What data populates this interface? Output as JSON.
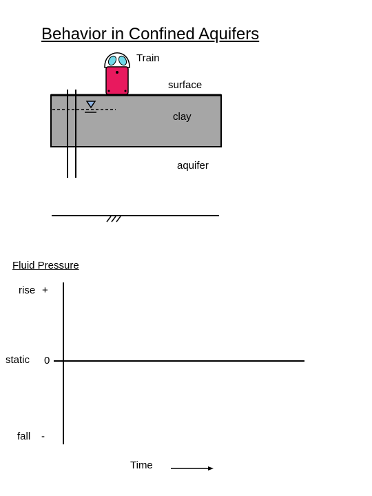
{
  "title": "Behavior in Confined Aquifers",
  "labels": {
    "train": "Train",
    "surface": "surface",
    "clay": "clay",
    "aquifer": "aquifer"
  },
  "graph": {
    "title": "Fluid Pressure",
    "y_labels": {
      "rise": "rise",
      "rise_sign": "+",
      "static": "static",
      "zero": "0",
      "fall": "fall",
      "fall_sign": "-"
    },
    "x_label": "Time"
  },
  "colors": {
    "clay": "#a6a6a6",
    "train_body": "#e8195e",
    "train_windows": "#6fd8e8",
    "water_marker": "#8fb4e3"
  }
}
